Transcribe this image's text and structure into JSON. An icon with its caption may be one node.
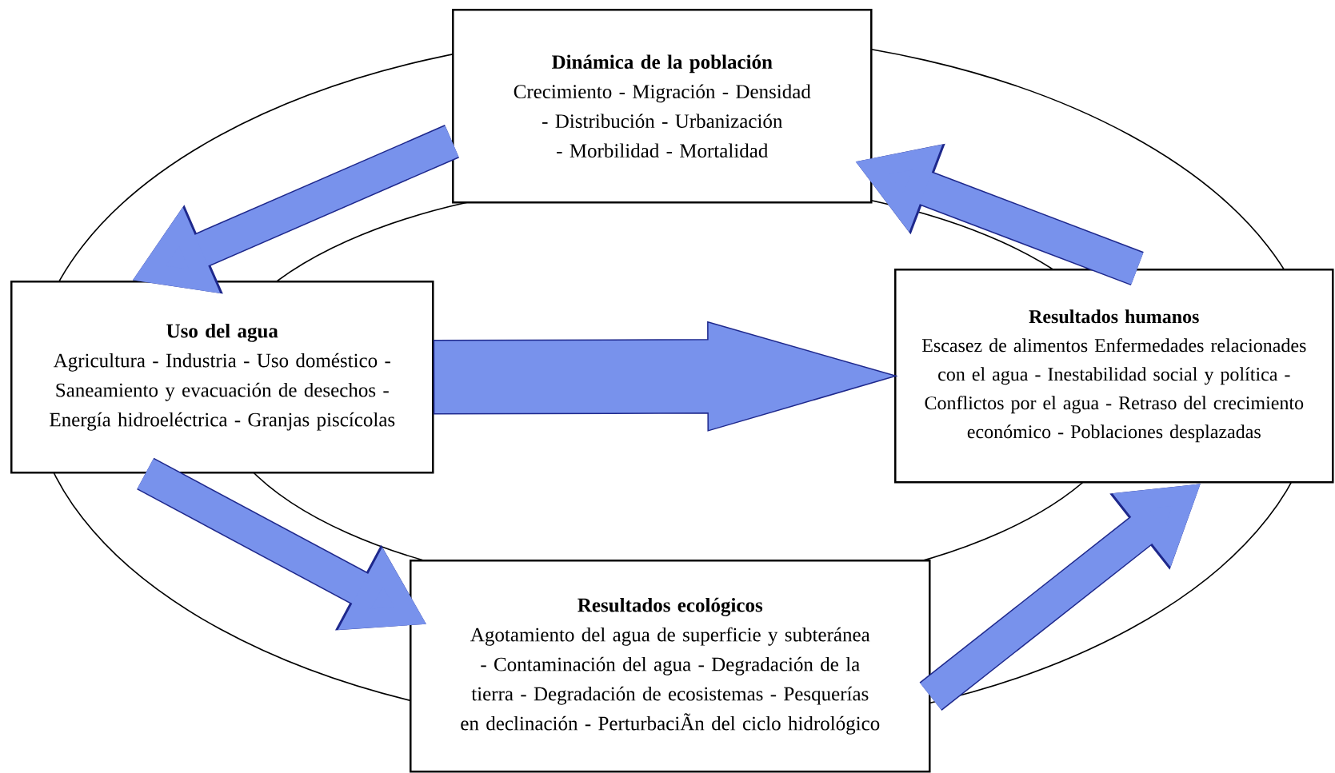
{
  "diagram": {
    "nodes": [
      {
        "text": [
          "Dinámica de la población",
          "Crecimiento - Migración - Densidad - Distribución - Urbanización - Morbilidad - Mortalidad"
        ]
      },
      {
        "text": [
          "Uso del agua",
          "Agricultura - Industria - Uso doméstico - Saneamiento y evacuación de desechos - Energía hidroeléctrica - Granjas piscícolas"
        ]
      },
      {
        "text": [
          "Resultados ecológicos",
          "Agotamiento del agua de superficie y subteránea - Contaminación del agua - Degradación de la tierra - Degradación de ecosistemas - Pesquerías en declinación - PerturbaciÃn del ciclo hidrológico"
        ]
      },
      {
        "text": [
          "Resultados humanos",
          "Escasez de alimentos Enfermedades relacionades con el agua - Inestabilidad social y política - Conflictos por el agua - Retraso del crecimiento económico - Poblaciones desplazadas"
        ]
      }
    ],
    "edges": [
      {
        "from": 0,
        "to": 1,
        "arrow": "to"
      },
      {
        "from": 3,
        "to": 0,
        "arrow": "to"
      },
      {
        "from": 1,
        "to": 3,
        "arrow": "to",
        "style": "thick"
      },
      {
        "from": 1,
        "to": 2,
        "arrow": "to"
      },
      {
        "from": 2,
        "to": 3,
        "arrow": "to"
      }
    ]
  }
}
